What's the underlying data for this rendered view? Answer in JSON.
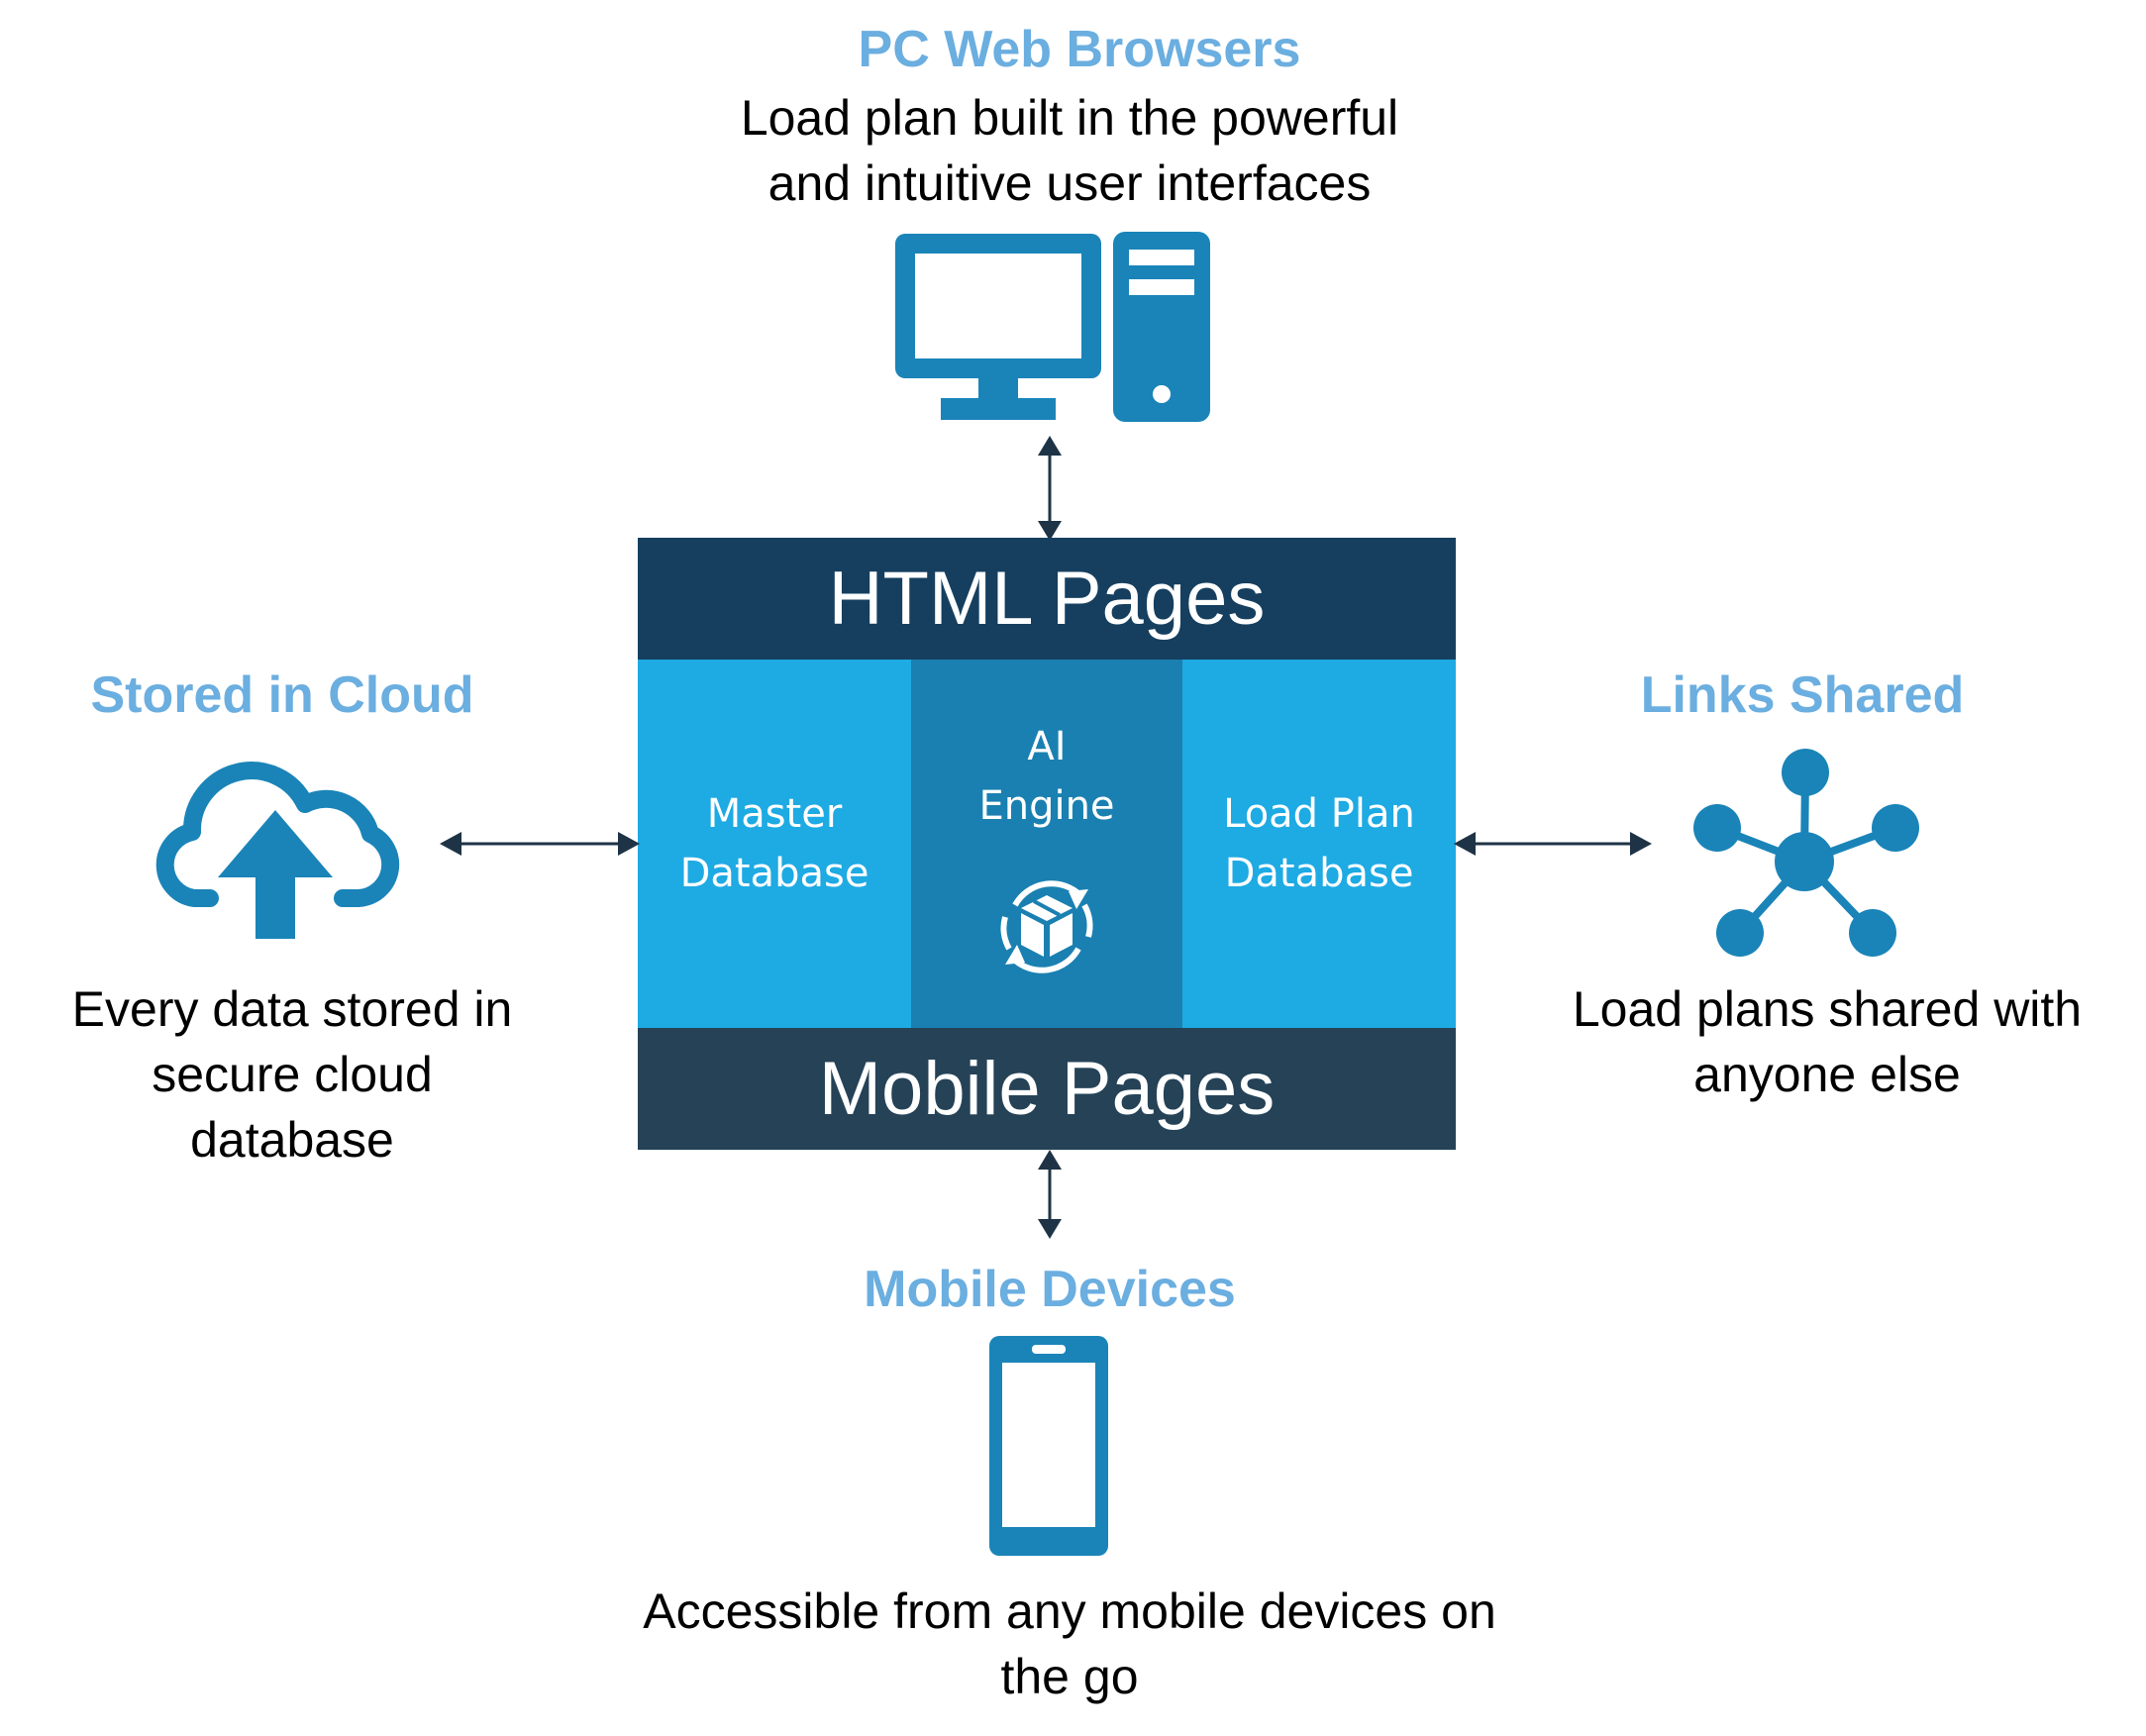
{
  "top": {
    "heading": "PC Web Browsers",
    "lines": [
      "Load plan built in the powerful",
      "and intuitive user interfaces"
    ],
    "icon": "desktop-computer-icon"
  },
  "left": {
    "heading": "Stored in Cloud",
    "lines": [
      "Every data stored in",
      "secure cloud",
      "database"
    ],
    "icon": "cloud-upload-icon"
  },
  "right": {
    "heading": "Links Shared",
    "lines": [
      "Load plans shared with",
      "anyone else"
    ],
    "icon": "network-share-icon"
  },
  "bottom": {
    "heading": "Mobile Devices",
    "lines": [
      "Accessible from any mobile devices on",
      "the go"
    ],
    "icon": "smartphone-icon"
  },
  "center": {
    "top_bar": "HTML Pages",
    "bottom_bar": "Mobile Pages",
    "master_db": [
      "Master",
      "Database"
    ],
    "ai_engine": [
      "AI",
      "Engine"
    ],
    "load_plan_db": [
      "Load Plan",
      "Database"
    ],
    "engine_icon": "package-sync-icon"
  },
  "colors": {
    "heading": "#6baee0",
    "icon": "#1a84b8",
    "top_bar": "#163f5f",
    "bottom_bar": "#254257",
    "side_cells": "#1eaae3",
    "middle_cell": "#1a80b1",
    "arrow": "#1e3346"
  }
}
